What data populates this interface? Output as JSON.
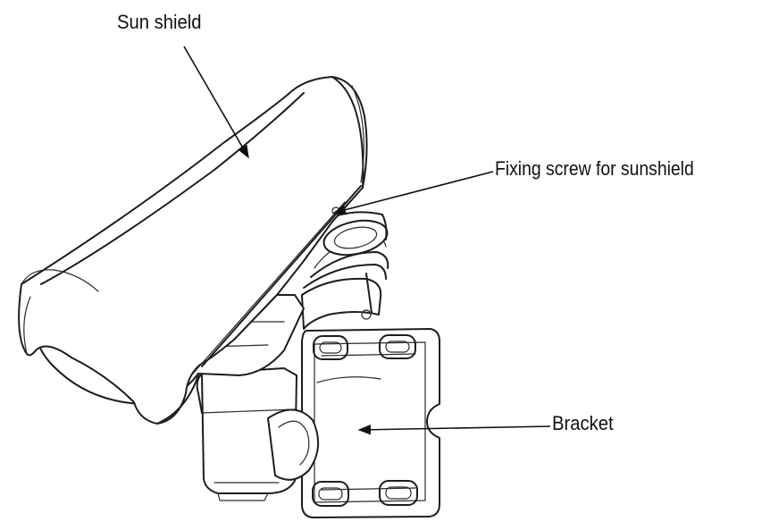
{
  "diagram": {
    "labels": {
      "sun_shield": "Sun shield",
      "fixing_screw": "Fixing screw for sunshield",
      "bracket": "Bracket"
    }
  }
}
